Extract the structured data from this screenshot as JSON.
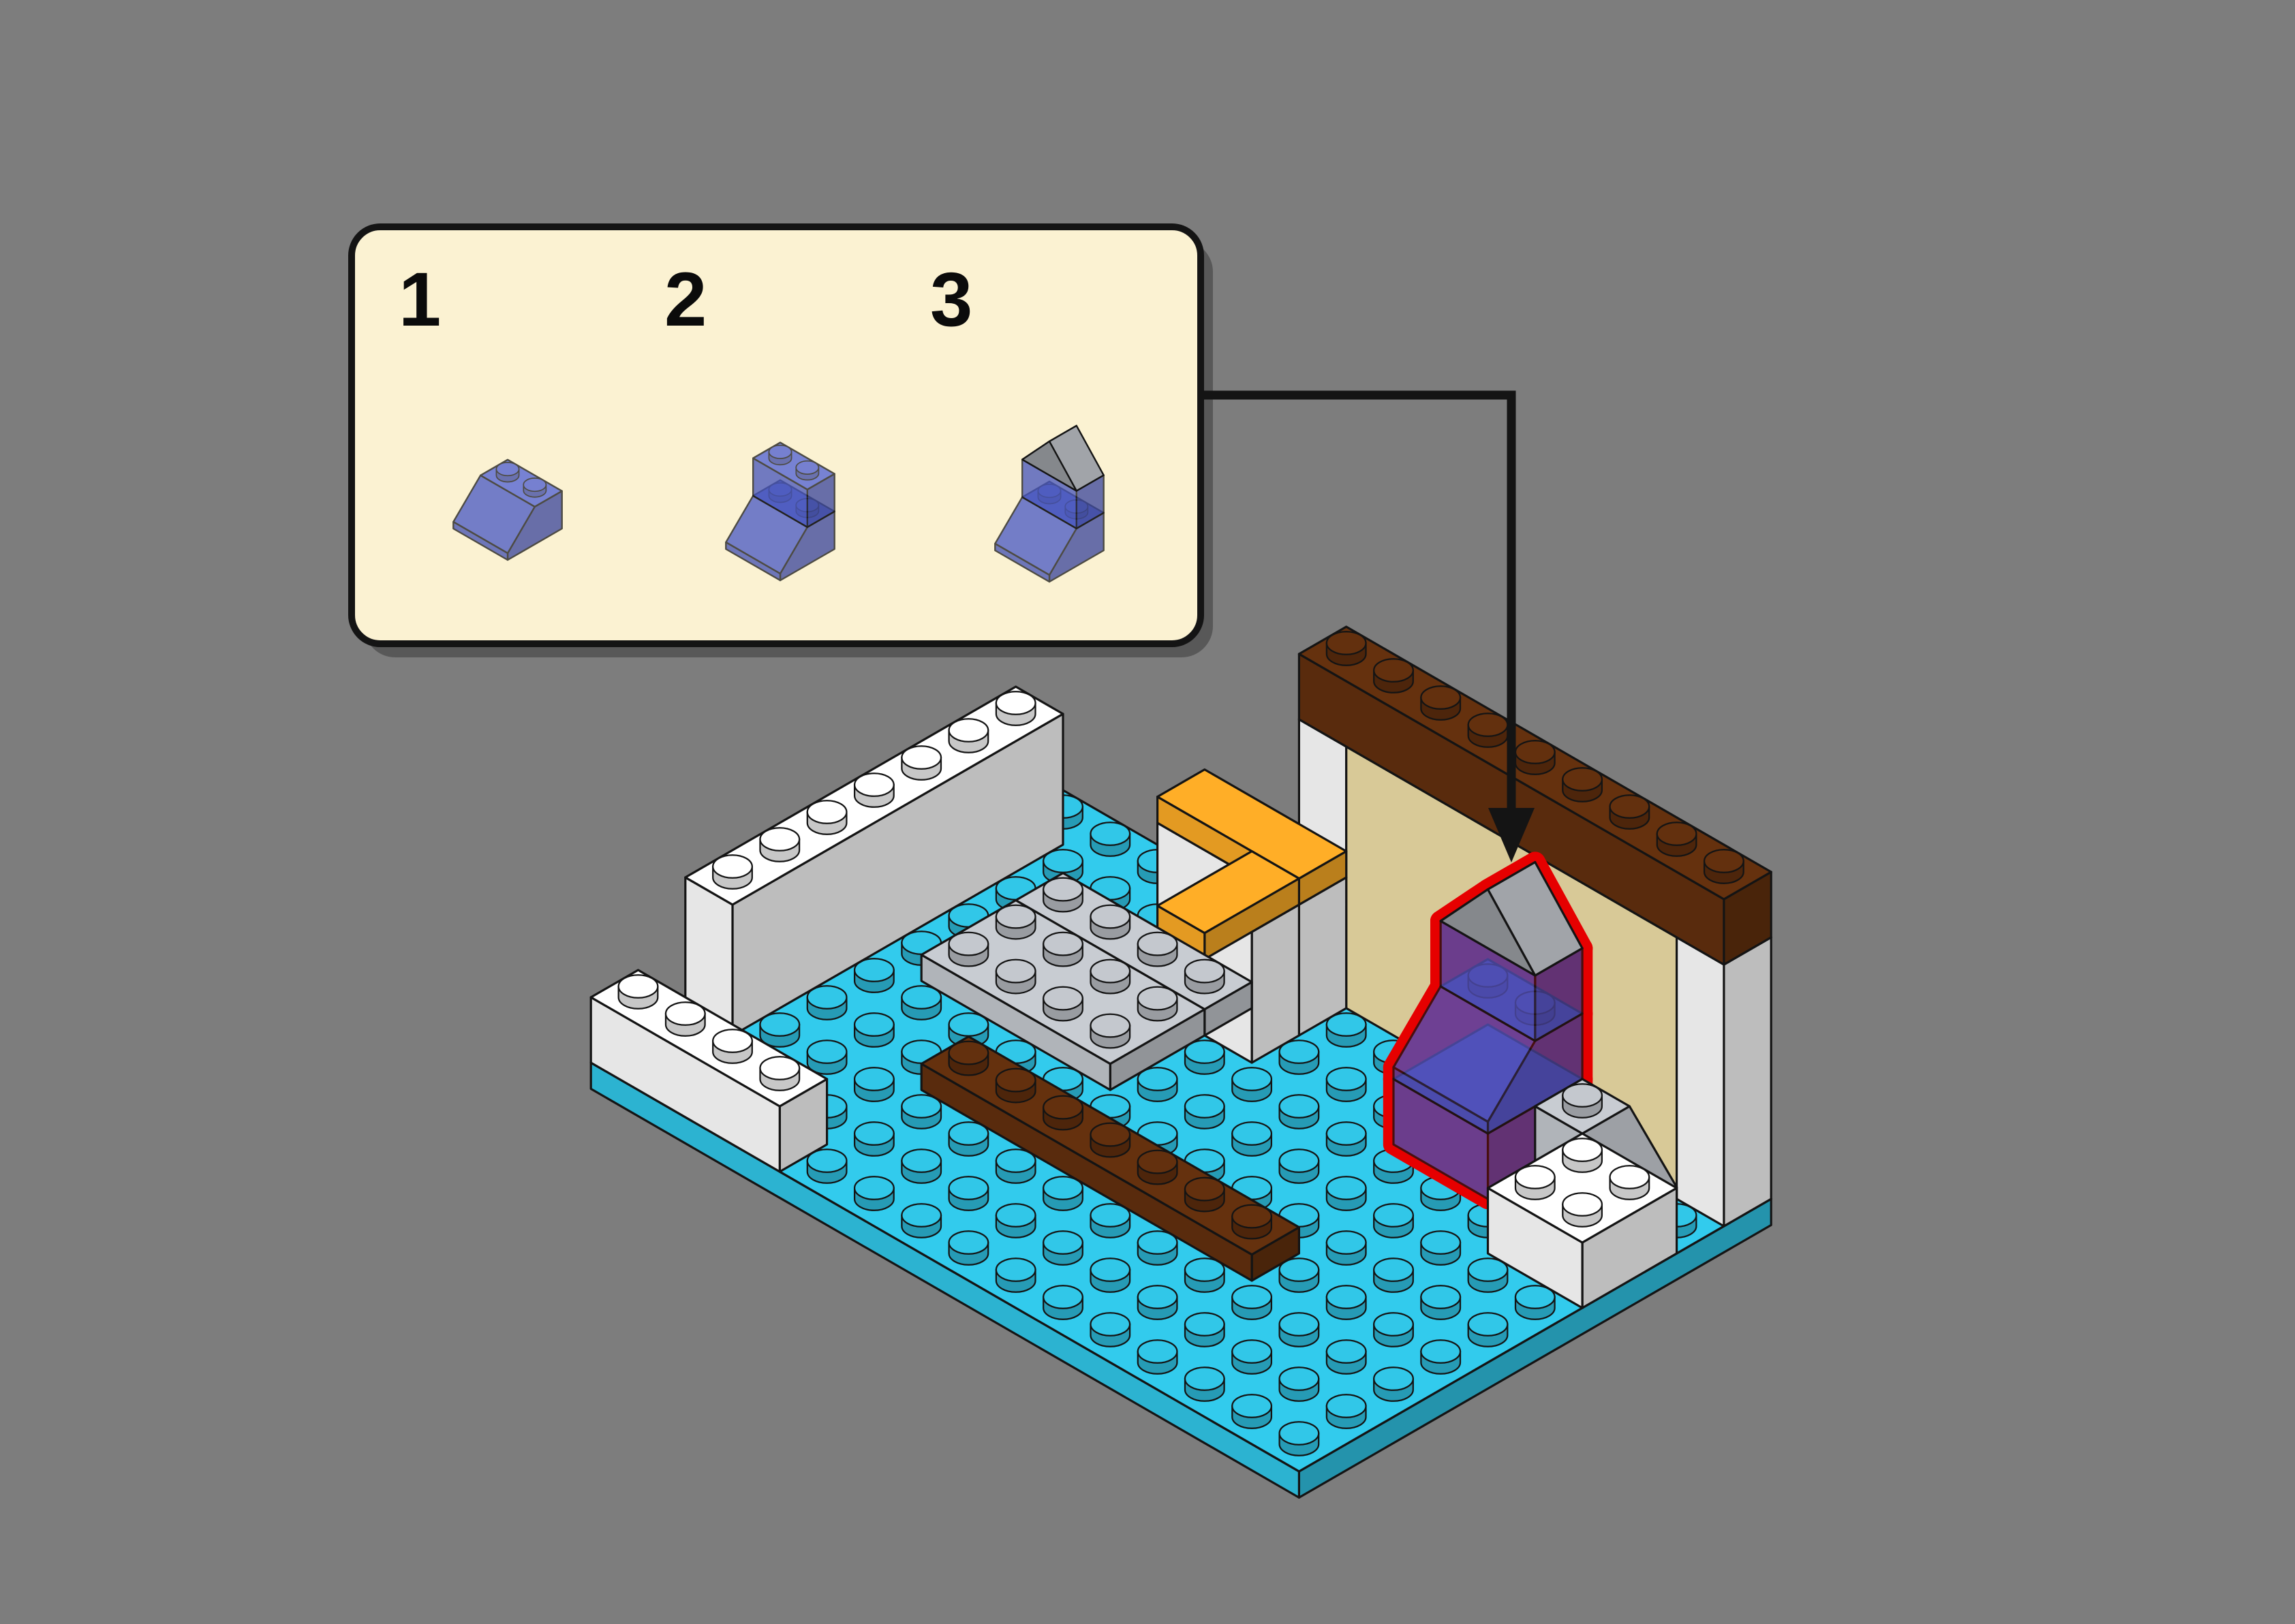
{
  "title": "LEGO building instruction step",
  "background": "#7d7d7d",
  "callout": {
    "bg": "#FBF2D2",
    "border": "#141414",
    "steps": [
      {
        "number": "1"
      },
      {
        "number": "2"
      },
      {
        "number": "3"
      }
    ]
  },
  "arrow": {
    "color": "#141414"
  },
  "highlight_color": "#E60000",
  "colors": {
    "teal": "#31C7E8",
    "white": "#FFFFFF",
    "tan": "#F0DFA8",
    "brown": "#63300E",
    "orange": "#FCAB26",
    "gray": "#C4C8CE",
    "transblue": "#4A5BD0"
  },
  "previews": {
    "step1": [
      {
        "name": "preview-slope",
        "type": "slope",
        "color": "transblue",
        "at": [
          0,
          0,
          0
        ],
        "size": [
          2,
          2,
          1
        ],
        "dir": "+b",
        "studs": true,
        "trans": true
      }
    ],
    "step2": [
      {
        "name": "preview-slope",
        "type": "slope",
        "color": "transblue",
        "at": [
          0,
          0,
          0
        ],
        "size": [
          2,
          2,
          1
        ],
        "dir": "+b",
        "studs": true,
        "trans": true
      },
      {
        "name": "preview-upper-brick",
        "type": "box",
        "color": "transblue",
        "at": [
          0,
          0,
          1
        ],
        "size": [
          2,
          1,
          1
        ],
        "studs": true,
        "trans": true
      }
    ],
    "step3": [
      {
        "name": "preview-slope",
        "type": "slope",
        "color": "transblue",
        "at": [
          0,
          0,
          0
        ],
        "size": [
          2,
          2,
          1
        ],
        "dir": "+b",
        "studs": true,
        "trans": true
      },
      {
        "name": "preview-upper-brick",
        "type": "box",
        "color": "transblue",
        "at": [
          0,
          0,
          1
        ],
        "size": [
          2,
          1,
          1
        ],
        "studs": false,
        "trans": true
      },
      {
        "name": "preview-roof",
        "type": "roof",
        "color": "gray",
        "at": [
          0,
          0,
          2
        ],
        "size": [
          2,
          1,
          0.9
        ]
      }
    ]
  },
  "model": {
    "pieces": [
      {
        "name": "baseplate",
        "type": "box",
        "color": "teal",
        "at": [
          0,
          0,
          -0.4
        ],
        "size": [
          15,
          10,
          0.4
        ],
        "studs": true
      },
      {
        "name": "wall-white-cap",
        "type": "box",
        "color": "white",
        "at": [
          6,
          0,
          0
        ],
        "size": [
          1,
          1,
          4
        ],
        "studs": false
      },
      {
        "name": "wall-tan-panel",
        "type": "box",
        "color": "tan",
        "at": [
          7,
          0,
          0
        ],
        "size": [
          7,
          1,
          4
        ],
        "studs": false
      },
      {
        "name": "wall-white-end",
        "type": "box",
        "color": "white",
        "at": [
          14,
          0,
          0
        ],
        "size": [
          1,
          1,
          4
        ],
        "studs": false
      },
      {
        "name": "wall-brown-top",
        "type": "box",
        "color": "brown",
        "at": [
          6,
          0,
          4
        ],
        "size": [
          9,
          1,
          1
        ],
        "studs": true
      },
      {
        "name": "counter-support-a",
        "type": "box",
        "color": "white",
        "at": [
          4,
          1,
          0
        ],
        "size": [
          3,
          1,
          2
        ],
        "studs": false
      },
      {
        "name": "counter-support-b",
        "type": "box",
        "color": "white",
        "at": [
          6,
          2,
          0
        ],
        "size": [
          1,
          1,
          2
        ],
        "studs": false
      },
      {
        "name": "counter-orange-a",
        "type": "box",
        "color": "orange",
        "at": [
          4,
          1,
          2
        ],
        "size": [
          3,
          1,
          0.4
        ],
        "studs": false
      },
      {
        "name": "counter-orange-b",
        "type": "box",
        "color": "orange",
        "at": [
          6,
          2,
          2
        ],
        "size": [
          1,
          2,
          0.4
        ],
        "studs": false
      },
      {
        "name": "left-wall",
        "type": "box",
        "color": "white",
        "at": [
          0,
          1,
          0
        ],
        "size": [
          1,
          7,
          2
        ],
        "studs": true
      },
      {
        "name": "front-left-brick",
        "type": "box",
        "color": "white",
        "at": [
          0,
          9,
          0
        ],
        "size": [
          4,
          1,
          1
        ],
        "studs": true
      },
      {
        "name": "floor-plate-gray-a",
        "type": "box",
        "color": "gray",
        "at": [
          2,
          2,
          0
        ],
        "size": [
          4,
          1,
          0.4
        ],
        "studs": true
      },
      {
        "name": "floor-plate-gray-b",
        "type": "box",
        "color": "gray",
        "at": [
          2,
          3,
          0
        ],
        "size": [
          4,
          2,
          0.4
        ],
        "studs": true
      },
      {
        "name": "floor-plate-brown",
        "type": "box",
        "color": "brown",
        "at": [
          4,
          6,
          0
        ],
        "size": [
          7,
          1,
          0.4
        ],
        "studs": true
      },
      {
        "name": "highlighted-assembly",
        "highlight": true,
        "pieces": [
          {
            "name": "assembly-base-brick",
            "type": "box",
            "color": "transblue",
            "at": [
              10,
              1,
              0
            ],
            "size": [
              2,
              2,
              1
            ],
            "studs": false,
            "trans": true
          },
          {
            "name": "assembly-slope",
            "type": "slope",
            "color": "transblue",
            "at": [
              10,
              1,
              1
            ],
            "size": [
              2,
              2,
              1
            ],
            "dir": "+b",
            "studs": true,
            "trans": true
          },
          {
            "name": "assembly-upper-brick",
            "type": "box",
            "color": "transblue",
            "at": [
              10,
              1,
              2
            ],
            "size": [
              2,
              1,
              1
            ],
            "studs": false,
            "trans": true
          },
          {
            "name": "assembly-roof",
            "type": "roof",
            "color": "gray",
            "at": [
              10,
              1,
              3
            ],
            "size": [
              2,
              1,
              0.9
            ]
          }
        ]
      },
      {
        "name": "gray-slope",
        "type": "slope",
        "color": "gray",
        "at": [
          12,
          1,
          0
        ],
        "size": [
          2,
          1,
          1
        ],
        "dir": "+a",
        "studs": true
      },
      {
        "name": "white-corner-brick",
        "type": "box",
        "color": "white",
        "at": [
          13,
          2,
          0
        ],
        "size": [
          2,
          2,
          1
        ],
        "studs": true
      }
    ]
  }
}
